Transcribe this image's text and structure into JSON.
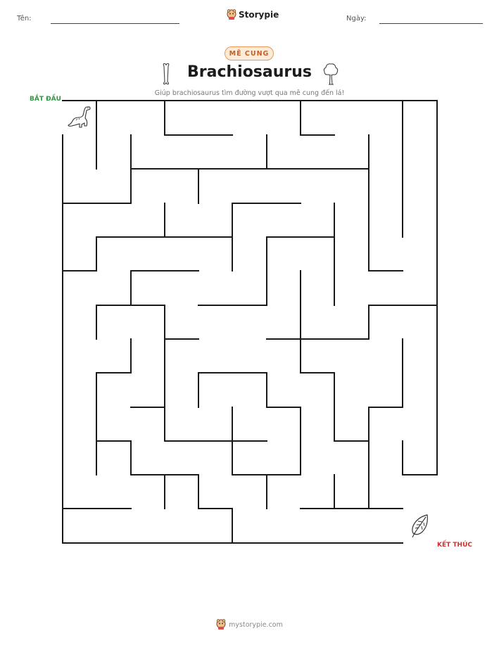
{
  "header": {
    "name_label": "Tên:",
    "date_label": "Ngày:",
    "brand": "Storypie"
  },
  "badge": "MÊ CUNG",
  "title": "Brachiosaurus",
  "subtitle": "Giúp brachiosaurus tìm đường vượt qua mê cung đến lá!",
  "maze": {
    "start_label": "BẮT ĐẦU",
    "end_label": "KẾT THÚC",
    "start_icon": "dinosaur-icon",
    "end_icon": "leaf-icon",
    "decor_icons": [
      "bone-icon",
      "tree-icon"
    ]
  },
  "footer": {
    "site": "mystorypie.com",
    "icon": "storypie-mascot-icon"
  }
}
